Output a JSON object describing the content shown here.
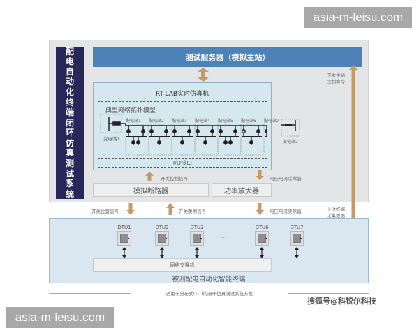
{
  "watermarks": {
    "top_right": "asia-m-leisu.com",
    "bottom_left": "asia-m-leisu.com"
  },
  "sidebar": {
    "chars": [
      "配",
      "电",
      "自",
      "动",
      "化",
      "终",
      "端",
      "闭",
      "环",
      "仿",
      "真",
      "测",
      "试",
      "系",
      "统"
    ]
  },
  "server": {
    "title": "测试服务器（模拟主站）"
  },
  "rtlab": {
    "title": "RT-LAB实时仿真机",
    "topology_title": "典型网络拓扑模型",
    "substations": [
      "变电站1",
      "变电站2"
    ],
    "stations": [
      "配电站1",
      "配电站2",
      "配电站3",
      "配电站4",
      "配电站5",
      "配电站6",
      "配电站7"
    ],
    "io_label": "I/O接口"
  },
  "devices": {
    "breaker": "模拟断路器",
    "amplifier": "功率放大器"
  },
  "signals": {
    "switch_control": "开关控制信号",
    "vi_sample": "电压电流采样值",
    "switch_position": "开关位置信号",
    "switch_trip": "开关跳闸信号",
    "vi_actual": "电压电流实际值",
    "down_cmd_1": "下发主站",
    "down_cmd_2": "控制命令",
    "up_data_1": "上送终端",
    "up_data_2": "采集数据"
  },
  "dut": {
    "dtus": [
      "DTU1",
      "DTU2",
      "DTU3",
      "DTU6",
      "DTU7"
    ],
    "ellipsis": "···",
    "switch": "网络交换机",
    "title": "被测配电自动化智能终端"
  },
  "caption": "适用于分布式DTU的闭环仿真测试系统方案",
  "source": "搜狐号@科锐尔科技",
  "colors": {
    "sidebar": "#27275a",
    "server": "#4d82b8",
    "arrow": "#c49a6c",
    "rtlab_bg": "#d5e7ef",
    "dut_bg": "#dae6f0"
  }
}
